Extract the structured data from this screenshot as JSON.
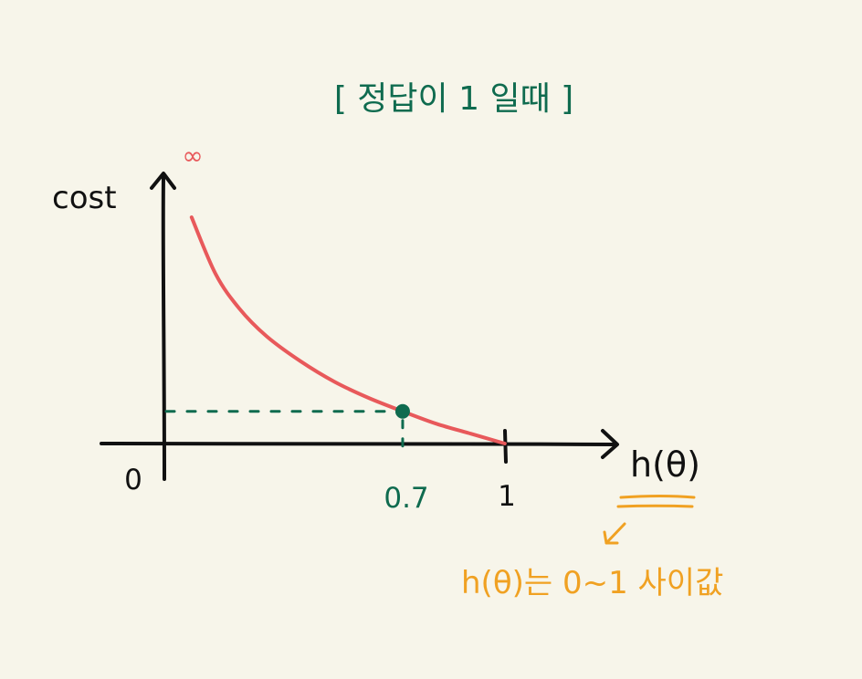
{
  "colors": {
    "background": "#f7f5ea",
    "ink": "#111111",
    "curve": "#e8595b",
    "teal": "#0f6b4f",
    "orange": "#f0a122"
  },
  "chart_data": {
    "type": "line",
    "title": "[ 정답이 1 일때 ]",
    "xlabel": "h(θ)",
    "ylabel": "cost",
    "origin_label": "0",
    "top_label": "∞",
    "x_tick_labels": [
      "0.7",
      "1"
    ],
    "series": [
      {
        "x": [
          0.08,
          0.15,
          0.22,
          0.3,
          0.4,
          0.5,
          0.6,
          0.7,
          0.8,
          0.9,
          1.0
        ],
        "y": [
          2.53,
          1.9,
          1.51,
          1.2,
          0.92,
          0.69,
          0.51,
          0.36,
          0.22,
          0.11,
          0.0
        ]
      }
    ],
    "highlight_point": {
      "x": 0.7,
      "y": 0.36
    },
    "xlim": [
      0,
      1.25
    ],
    "ylim": [
      0,
      3.0
    ],
    "annotation": "h(θ)는 0~1 사이값"
  }
}
